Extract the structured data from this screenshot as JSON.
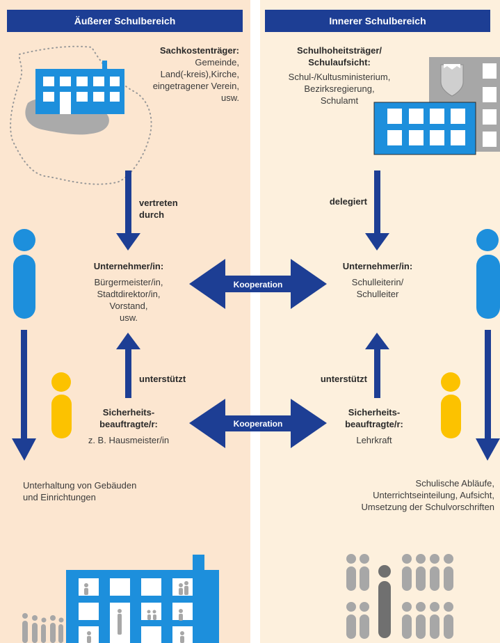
{
  "left": {
    "header": "Äußerer Schulbereich",
    "sachkosten": {
      "title": "Sachkostenträger:",
      "lines": [
        "Gemeinde,",
        "Land(-kreis),Kirche,",
        "eingetragener Verein,",
        "usw."
      ]
    },
    "arrow_label": [
      "vertreten",
      "durch"
    ],
    "unternehmer": {
      "title": "Unternehmer/in:",
      "lines": [
        "Bürgermeister/in,",
        "Stadtdirektor/in,",
        "Vorstand,",
        "usw."
      ]
    },
    "support_label": "unterstützt",
    "sicherheit": {
      "title": [
        "Sicherheits-",
        "beauftragte/r:"
      ],
      "detail": "z. B. Hausmeister/in"
    },
    "bottom_text": [
      "Unterhaltung von Gebäuden",
      "und Einrichtungen"
    ]
  },
  "right": {
    "header": "Innerer Schulbereich",
    "hoheit": {
      "title": [
        "Schulhoheitsträger/",
        "Schulaufsicht:"
      ],
      "lines": [
        "Schul-/Kultusministerium,",
        "Bezirksregierung,",
        "Schulamt"
      ]
    },
    "arrow_label": "delegiert",
    "unternehmer": {
      "title": "Unternehmer/in:",
      "lines": [
        "Schulleiterin/",
        "Schulleiter"
      ]
    },
    "support_label": "unterstützt",
    "sicherheit": {
      "title": [
        "Sicherheits-",
        "beauftragte/r:"
      ],
      "detail": "Lehrkraft"
    },
    "bottom_text": [
      "Schulische Abläufe,",
      "Unterrichtseinteilung, Aufsicht,",
      "Umsetzung der Schulvorschriften"
    ]
  },
  "cooperation": {
    "top_label": "Kooperation",
    "bottom_label": "Kooperation"
  },
  "colors": {
    "navy": "#1d3e94",
    "blue": "#1d8fdc",
    "yellow": "#fcc200",
    "grey": "#a7a7a7",
    "dark_grey": "#707070",
    "left_bg": "#fce6d0",
    "right_bg": "#fdf0dd"
  }
}
